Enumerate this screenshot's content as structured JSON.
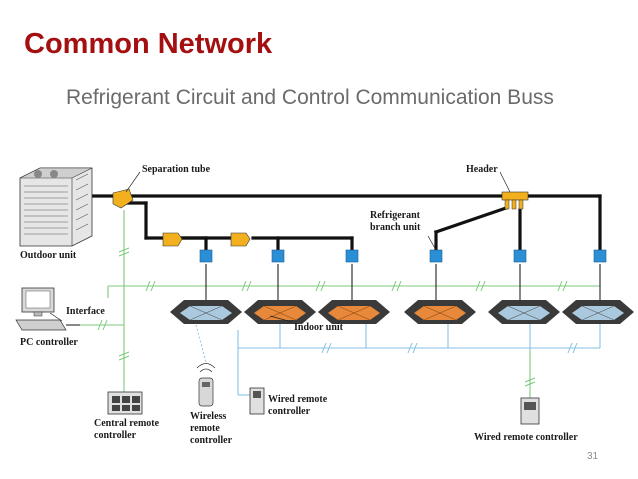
{
  "slide": {
    "title": "Common Network",
    "subtitle": "Refrigerant Circuit and Control Communication Buss",
    "page_number": "31"
  },
  "diagram": {
    "labels": {
      "separation_tube": "Separation tube",
      "header": "Header",
      "refrigerant_branch_unit": [
        "Refrigerant",
        "branch unit"
      ],
      "outdoor_unit": "Outdoor unit",
      "interface": "Interface",
      "pc_controller": "PC controller",
      "indoor_unit": "Indoor unit",
      "wired_remote_controller_a": [
        "Wired remote",
        "controller"
      ],
      "wireless_remote_controller": [
        "Wireless",
        "remote",
        "controller"
      ],
      "central_remote_controller": [
        "Central remote",
        "controller"
      ],
      "wired_remote_controller_b": "Wired remote controller"
    },
    "colors": {
      "refrigerant_pipe": "#111111",
      "network_line": "#7dc87d",
      "control_line": "#84c1e6",
      "branch_fitting": "#f2b01e",
      "branch_unit_box": "#2b8fd6",
      "indoor_panel_orange": "#e8883a",
      "indoor_panel_blue": "#aac9de",
      "title": "#a40f10"
    },
    "indoor_units": [
      {
        "panel": "blue"
      },
      {
        "panel": "orange"
      },
      {
        "panel": "orange"
      },
      {
        "panel": "orange"
      },
      {
        "panel": "blue"
      },
      {
        "panel": "blue"
      }
    ]
  }
}
